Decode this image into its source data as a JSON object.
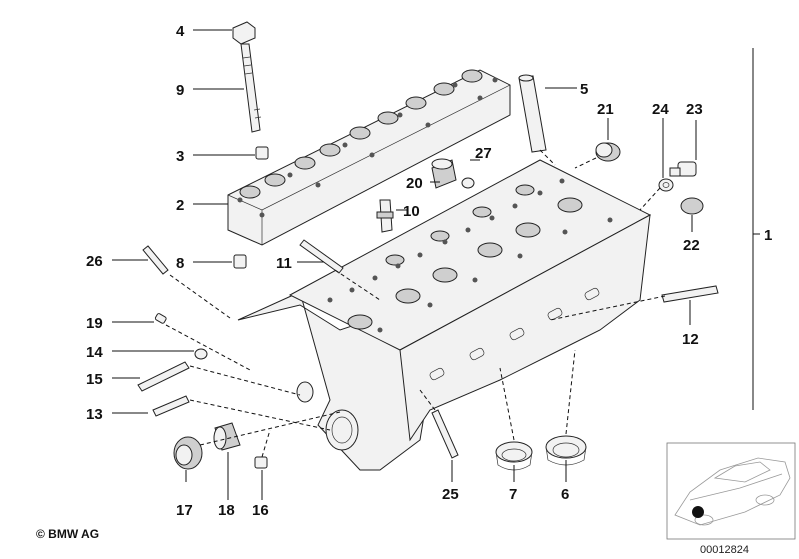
{
  "diagram": {
    "callouts": [
      {
        "id": "4",
        "label": "4"
      },
      {
        "id": "9",
        "label": "9"
      },
      {
        "id": "3",
        "label": "3"
      },
      {
        "id": "2",
        "label": "2"
      },
      {
        "id": "8",
        "label": "8"
      },
      {
        "id": "26",
        "label": "26"
      },
      {
        "id": "11",
        "label": "11"
      },
      {
        "id": "5",
        "label": "5"
      },
      {
        "id": "21",
        "label": "21"
      },
      {
        "id": "24",
        "label": "24"
      },
      {
        "id": "23",
        "label": "23"
      },
      {
        "id": "27",
        "label": "27"
      },
      {
        "id": "20",
        "label": "20"
      },
      {
        "id": "10",
        "label": "10"
      },
      {
        "id": "22",
        "label": "22"
      },
      {
        "id": "1",
        "label": "1"
      },
      {
        "id": "19",
        "label": "19"
      },
      {
        "id": "14",
        "label": "14"
      },
      {
        "id": "15",
        "label": "15"
      },
      {
        "id": "13",
        "label": "13"
      },
      {
        "id": "12",
        "label": "12"
      },
      {
        "id": "17",
        "label": "17"
      },
      {
        "id": "18",
        "label": "18"
      },
      {
        "id": "16",
        "label": "16"
      },
      {
        "id": "25",
        "label": "25"
      },
      {
        "id": "7",
        "label": "7"
      },
      {
        "id": "6",
        "label": "6"
      }
    ],
    "copyright": "© BMW AG",
    "document_number": "00012824"
  }
}
